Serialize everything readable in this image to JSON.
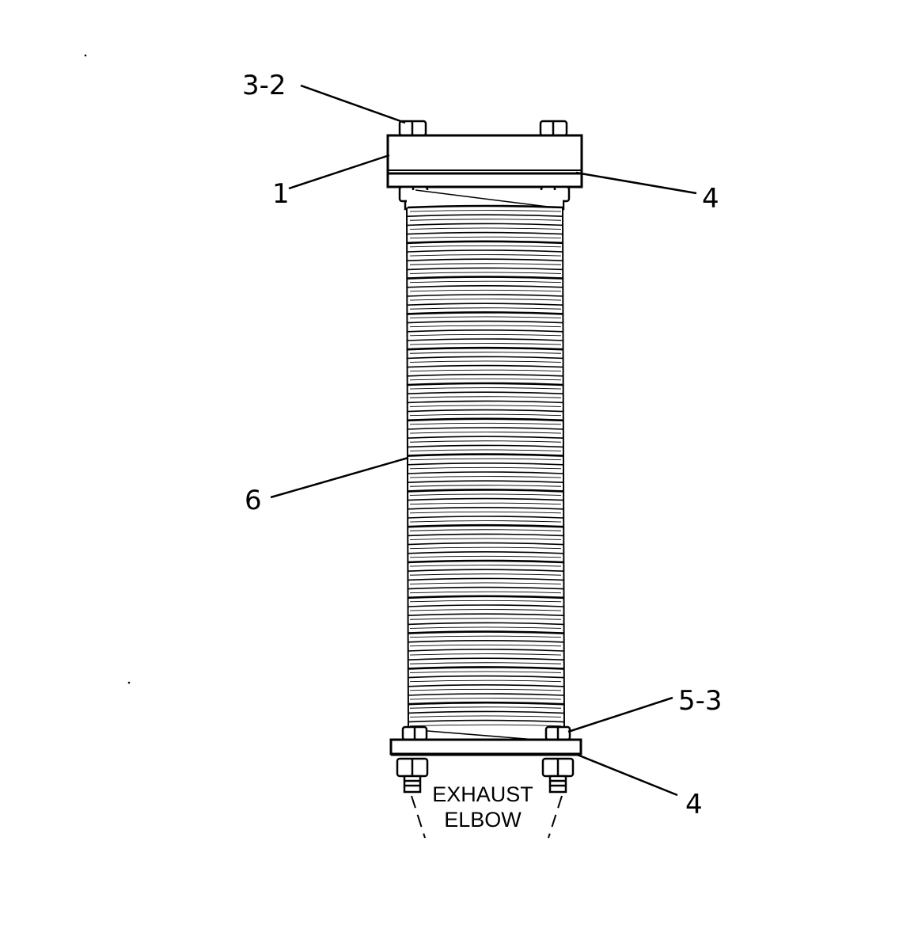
{
  "callouts": {
    "top_bolt": "3-2",
    "top_flange": "1",
    "top_gasket": "4",
    "bellows": "6",
    "bottom_bolt": "5-3",
    "bottom_gasket": "4"
  },
  "label": {
    "line1": "EXHAUST",
    "line2": "ELBOW"
  },
  "colors": {
    "ink": "#000000",
    "paper": "#ffffff"
  }
}
